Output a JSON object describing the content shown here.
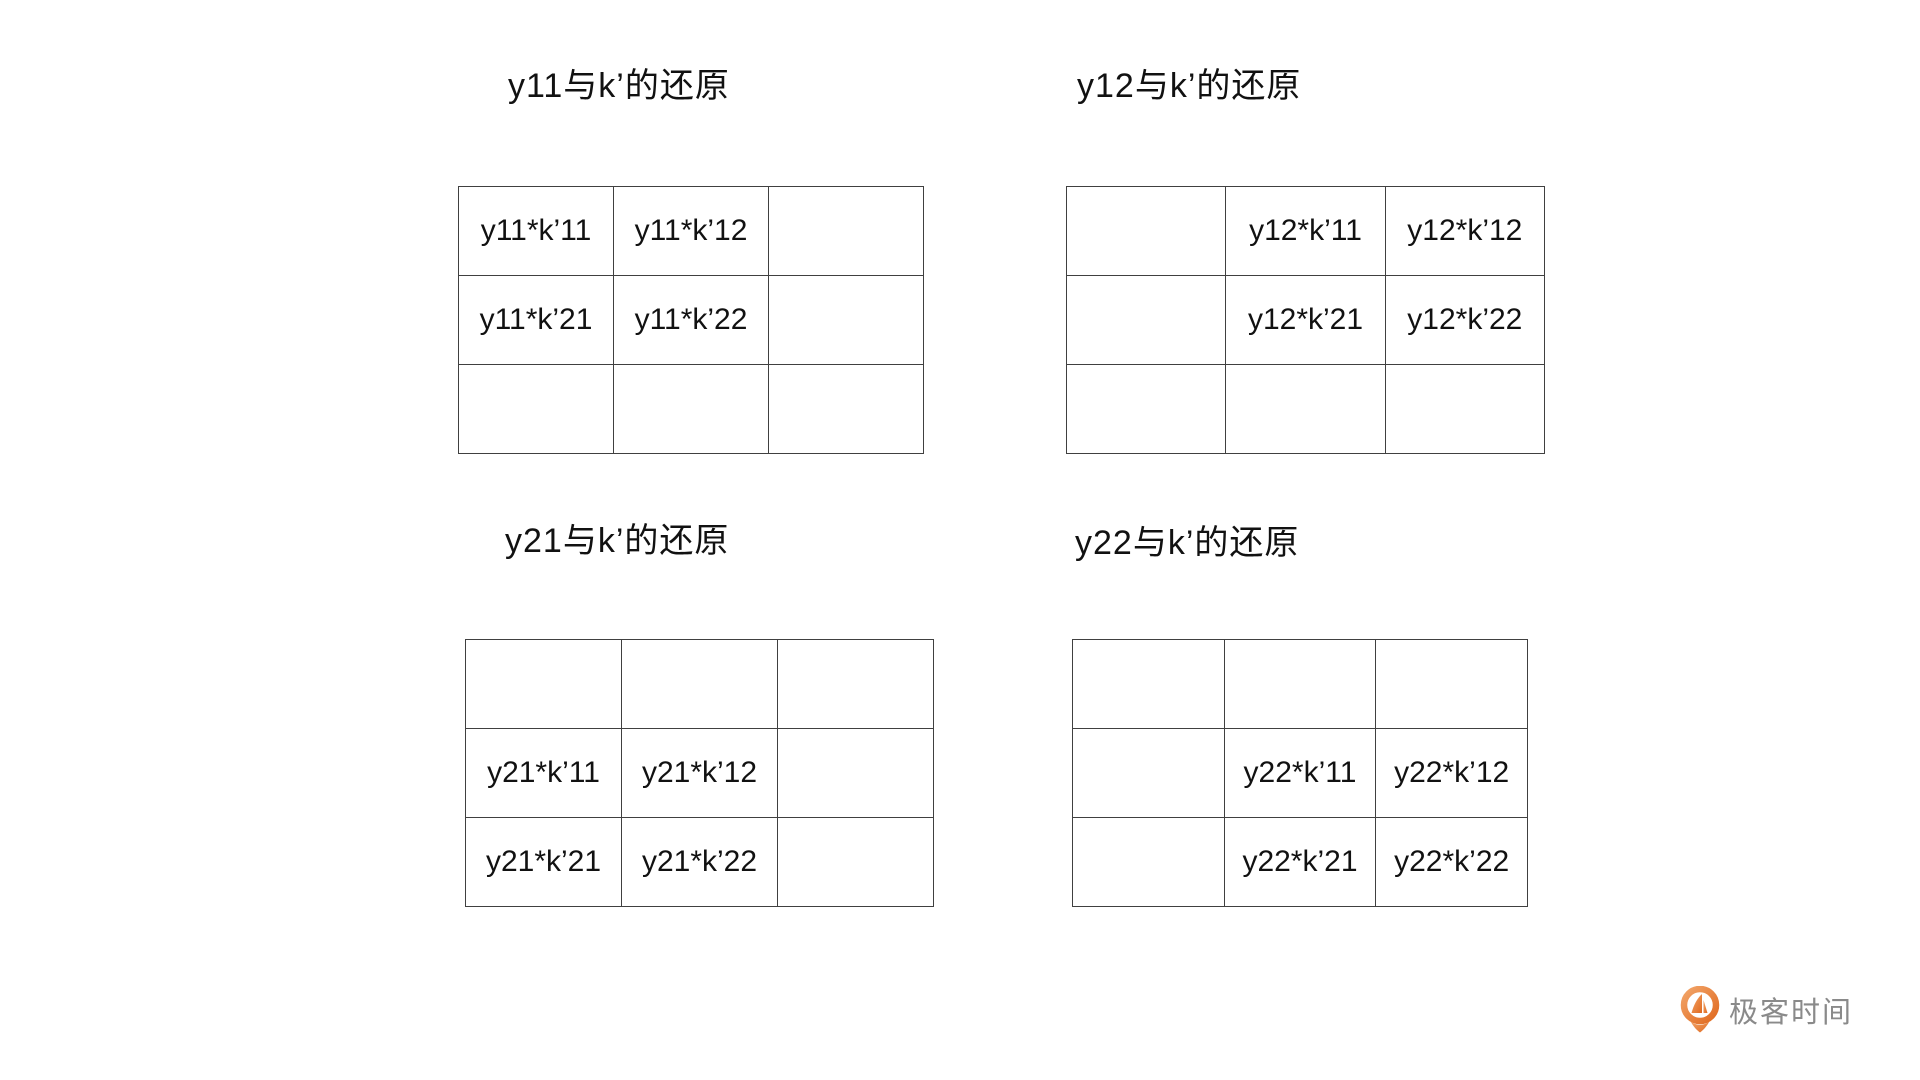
{
  "panels": [
    {
      "title": "y11与k’的还原",
      "grid": [
        [
          "y11*k’11",
          "y11*k’12",
          ""
        ],
        [
          "y11*k’21",
          "y11*k’22",
          ""
        ],
        [
          "",
          "",
          ""
        ]
      ]
    },
    {
      "title": "y12与k’的还原",
      "grid": [
        [
          "",
          "y12*k’11",
          "y12*k’12"
        ],
        [
          "",
          "y12*k’21",
          "y12*k’22"
        ],
        [
          "",
          "",
          ""
        ]
      ]
    },
    {
      "title": "y21与k’的还原",
      "grid": [
        [
          "",
          "",
          ""
        ],
        [
          "y21*k’11",
          "y21*k’12",
          ""
        ],
        [
          "y21*k’21",
          "y21*k’22",
          ""
        ]
      ]
    },
    {
      "title": "y22与k’的还原",
      "grid": [
        [
          "",
          "",
          ""
        ],
        [
          "",
          "y22*k’11",
          "y22*k’12"
        ],
        [
          "",
          "y22*k’21",
          "y22*k’22"
        ]
      ]
    }
  ],
  "logo": {
    "label": "极客时间",
    "icon": "geektime-pin-icon"
  },
  "colors": {
    "background": "#ffffff",
    "table_border": "#404040",
    "text": "#111111",
    "logo_text": "#8a8a8a",
    "logo_orange_light": "#f2a468",
    "logo_orange_dark": "#e06a20"
  }
}
